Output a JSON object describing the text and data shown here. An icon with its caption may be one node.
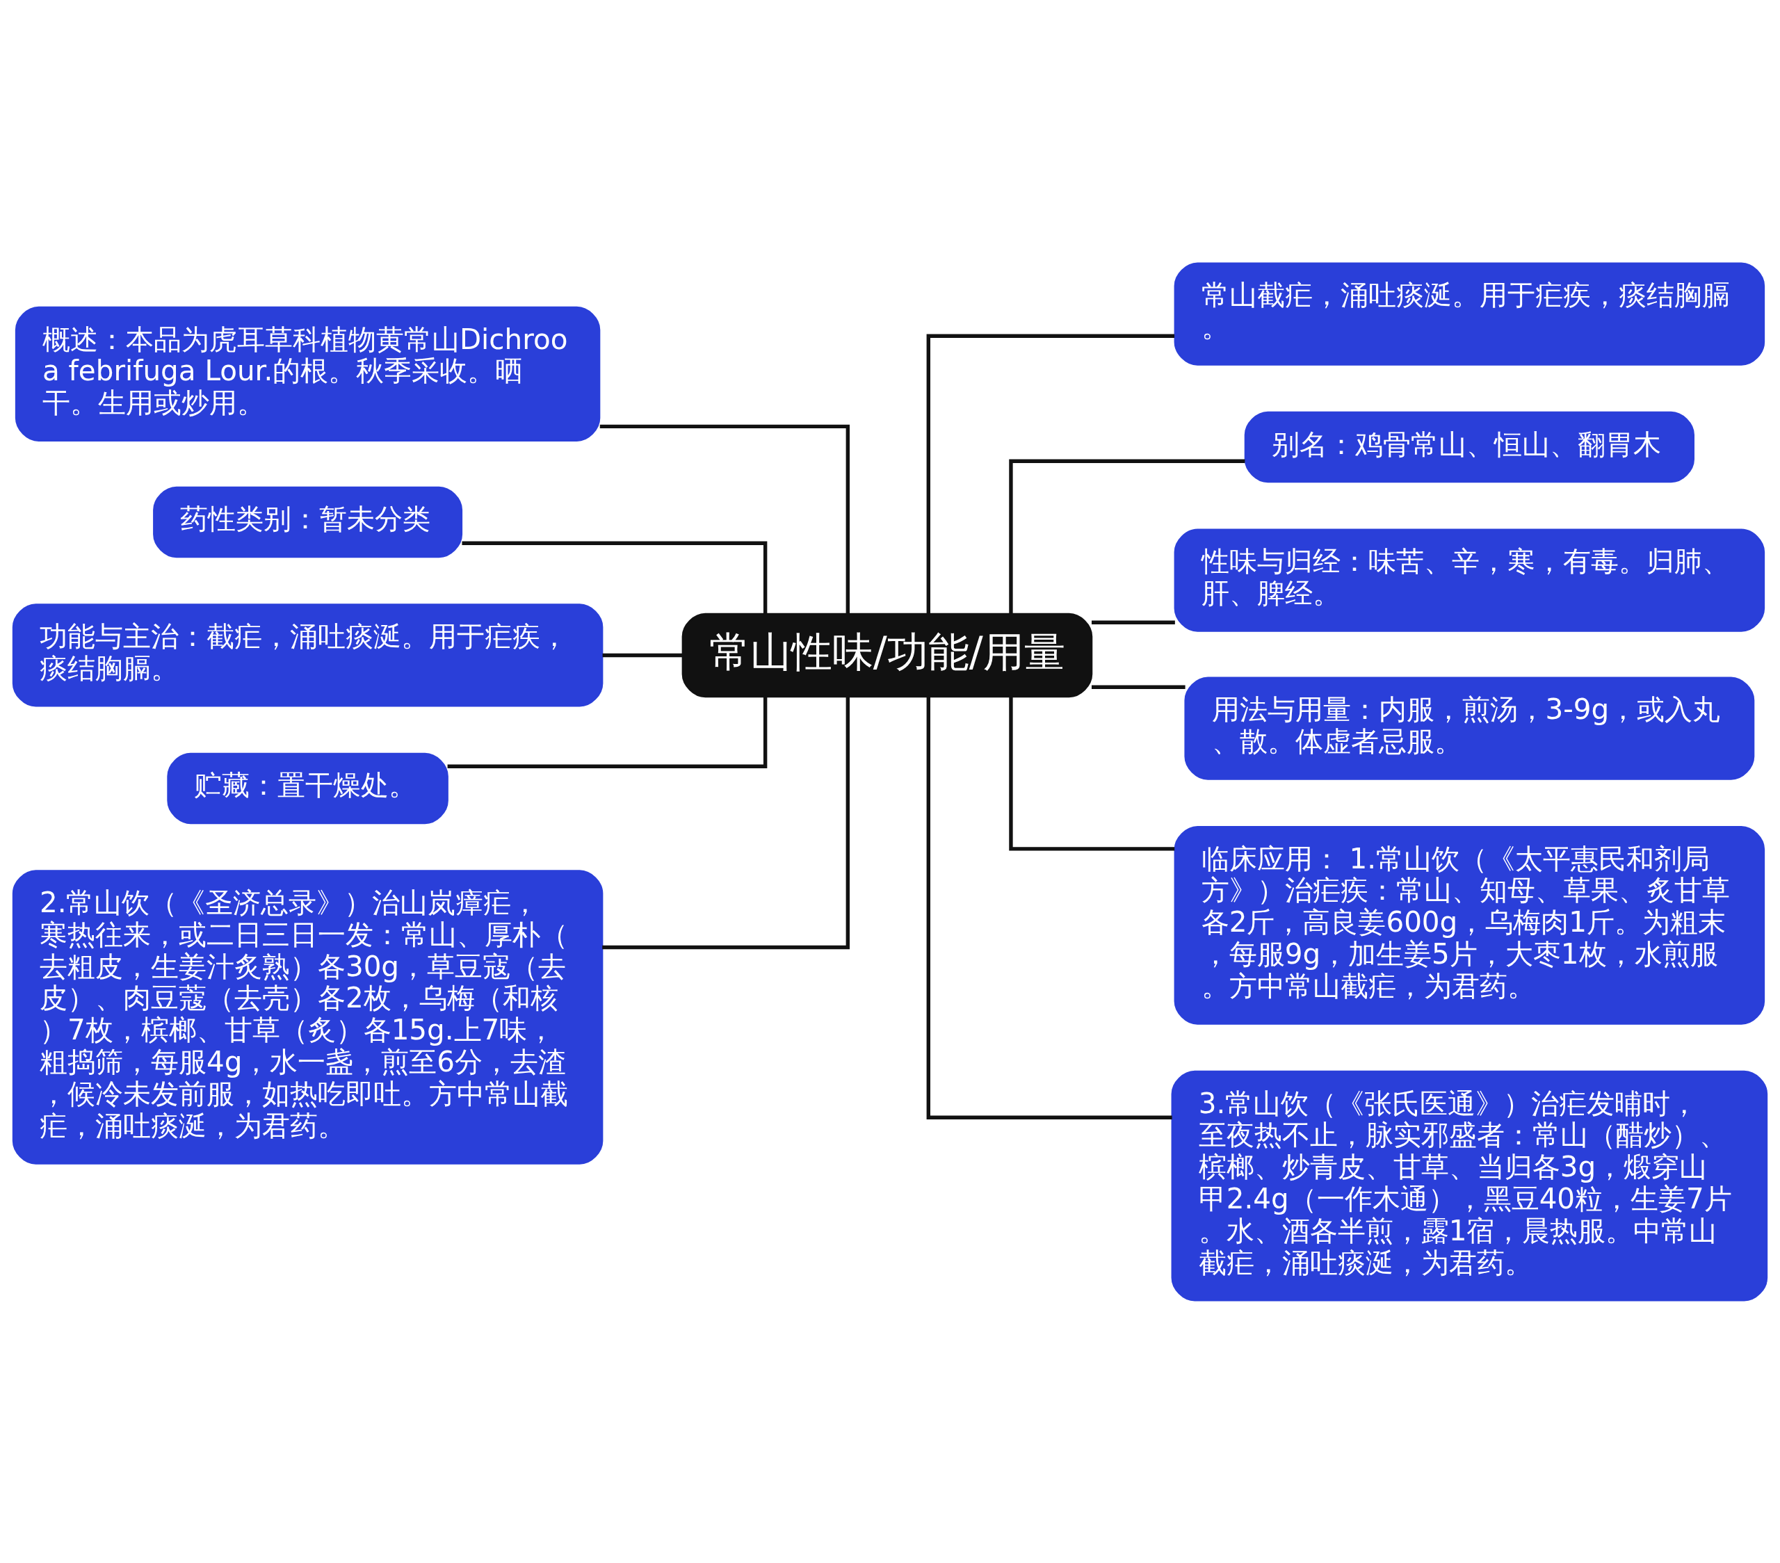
{
  "diagram": {
    "nodes": [
      {
        "text": [
          "常山性味/功能/用量"
        ]
      },
      {
        "text": [
          "概述：本品为虎耳草科植物黄常山Dichrooa febrifuga Lour.的根。秋季采收。晒干。生用或炒用。"
        ]
      },
      {
        "text": [
          "药性类别：暂未分类"
        ]
      },
      {
        "text": [
          "功能与主治：截疟，涌吐痰涎。用于疟疾，痰结胸膈。"
        ]
      },
      {
        "text": [
          "贮藏：置干燥处。"
        ]
      },
      {
        "text": [
          "2.常山饮（《圣济总录》）治山岚瘴疟，寒热往来，或二日三日一发：常山、厚朴（去粗皮，生姜汁炙熟）各30g，草豆寇（去皮）、肉豆蔻（去壳）各2枚，乌梅（和核）7枚，槟榔、甘草（炙）各15g.上7味，粗捣筛，每服4g，水一盏，煎至6分，去渣，候冷未发前服，如热吃即吐。方中常山截疟，涌吐痰涎，为君药。"
        ]
      },
      {
        "text": [
          "常山截疟，涌吐痰涎。用于疟疾，痰结胸膈。"
        ]
      },
      {
        "text": [
          "别名：鸡骨常山、恒山、翻胃木"
        ]
      },
      {
        "text": [
          "性味与归经：味苦、辛，寒，有毒。归肺、肝、脾经。"
        ]
      },
      {
        "text": [
          "用法与用量：内服，煎汤，3-9g，或入丸、散。体虚者忌服。"
        ]
      },
      {
        "text": [
          "临床应用： 1.常山饮（《太平惠民和剂局方》）治疟疾：常山、知母、草果、炙甘草各2斤，高良姜600g，乌梅肉1斤。为粗末，每服9g，加生姜5片，大枣1枚，水煎服。方中常山截疟，为君药。"
        ]
      },
      {
        "text": [
          "3.常山饮（《张氏医通》）治疟发晡时，至夜热不止，脉实邪盛者：常山（醋炒）、槟榔、炒青皮、甘草、当归各3g，煅穿山甲2.4g（一作木通），黑豆40粒，生姜7片。水、酒各半煎，露1宿，晨热服。中常山截疟，涌吐痰涎，为君药。"
        ]
      }
    ],
    "edges": [
      {
        "from": 0,
        "to": 1,
        "arrow": "none"
      },
      {
        "from": 0,
        "to": 2,
        "arrow": "none"
      },
      {
        "from": 0,
        "to": 3,
        "arrow": "none"
      },
      {
        "from": 0,
        "to": 4,
        "arrow": "none"
      },
      {
        "from": 0,
        "to": 5,
        "arrow": "none"
      },
      {
        "from": 0,
        "to": 6,
        "arrow": "none"
      },
      {
        "from": 0,
        "to": 7,
        "arrow": "none"
      },
      {
        "from": 0,
        "to": 8,
        "arrow": "none"
      },
      {
        "from": 0,
        "to": 9,
        "arrow": "none"
      },
      {
        "from": 0,
        "to": 10,
        "arrow": "none"
      },
      {
        "from": 0,
        "to": 11,
        "arrow": "none"
      }
    ]
  }
}
